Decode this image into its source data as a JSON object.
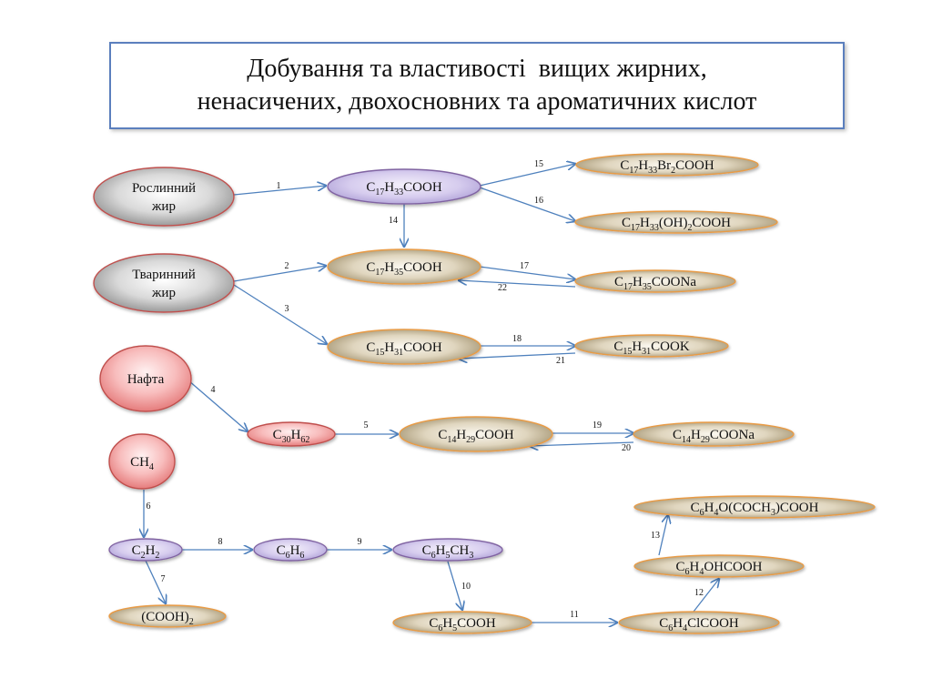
{
  "title": {
    "line1": "Добування та властивості  вищих жирних,",
    "line2": "ненасичених, двохосновних та ароматичних кислот"
  },
  "colors": {
    "grey_node": "#9c9c9c",
    "gold_node": "#b09a72",
    "lavender_node": "#cbbfe6",
    "pink_node": "#f4a7a7",
    "red_border": "#c0504d",
    "orange_border": "#e99b45",
    "purple_border": "#8064a2",
    "arrow": "#4f81bd"
  },
  "nodes": [
    {
      "id": "roslynnyi-zhyr",
      "lines": [
        "Рослинний",
        "жир"
      ],
      "style": "grey"
    },
    {
      "id": "tvarynnyi-zhyr",
      "lines": [
        "Тваринний",
        "жир"
      ],
      "style": "grey"
    },
    {
      "id": "nafta",
      "lines": [
        "Нафта"
      ],
      "style": "pink"
    },
    {
      "id": "ch4",
      "segments": [
        [
          "C",
          ""
        ],
        [
          "H",
          ""
        ],
        [
          "4",
          "sub"
        ]
      ],
      "style": "pink"
    },
    {
      "id": "oleic",
      "segments": [
        [
          "C",
          ""
        ],
        [
          "17",
          "sub"
        ],
        [
          "H",
          ""
        ],
        [
          "33",
          "sub"
        ],
        [
          "COOH",
          ""
        ]
      ],
      "style": "lavender"
    },
    {
      "id": "stearic",
      "segments": [
        [
          "C",
          ""
        ],
        [
          "17",
          "sub"
        ],
        [
          "H",
          ""
        ],
        [
          "35",
          "sub"
        ],
        [
          "COOH",
          ""
        ]
      ],
      "style": "gold"
    },
    {
      "id": "palmitic",
      "segments": [
        [
          "C",
          ""
        ],
        [
          "15",
          "sub"
        ],
        [
          "H",
          ""
        ],
        [
          "31",
          "sub"
        ],
        [
          "COOH",
          ""
        ]
      ],
      "style": "gold"
    },
    {
      "id": "dibromo",
      "segments": [
        [
          "C",
          ""
        ],
        [
          "17",
          "sub"
        ],
        [
          "H",
          ""
        ],
        [
          "33",
          "sub"
        ],
        [
          "Br",
          ""
        ],
        [
          "2",
          "sub"
        ],
        [
          "COOH",
          ""
        ]
      ],
      "style": "gold"
    },
    {
      "id": "dihydroxy",
      "segments": [
        [
          "C",
          ""
        ],
        [
          "17",
          "sub"
        ],
        [
          "H",
          ""
        ],
        [
          "33",
          "sub"
        ],
        [
          "(OH)",
          ""
        ],
        [
          "2",
          "sub"
        ],
        [
          "COOH",
          ""
        ]
      ],
      "style": "gold"
    },
    {
      "id": "stearate-na",
      "segments": [
        [
          "C",
          ""
        ],
        [
          "17",
          "sub"
        ],
        [
          "H",
          ""
        ],
        [
          "35",
          "sub"
        ],
        [
          "COONa",
          ""
        ]
      ],
      "style": "gold"
    },
    {
      "id": "palmitate-k",
      "segments": [
        [
          "C",
          ""
        ],
        [
          "15",
          "sub"
        ],
        [
          "H",
          ""
        ],
        [
          "31",
          "sub"
        ],
        [
          "COOK",
          ""
        ]
      ],
      "style": "gold"
    },
    {
      "id": "triacontane",
      "segments": [
        [
          "C",
          ""
        ],
        [
          "30",
          "sub"
        ],
        [
          "H",
          ""
        ],
        [
          "62",
          "sub"
        ]
      ],
      "style": "pink"
    },
    {
      "id": "myristic",
      "segments": [
        [
          "C",
          ""
        ],
        [
          "14",
          "sub"
        ],
        [
          "H",
          ""
        ],
        [
          "29",
          "sub"
        ],
        [
          "COOH",
          ""
        ]
      ],
      "style": "gold"
    },
    {
      "id": "myristate-na",
      "segments": [
        [
          "C",
          ""
        ],
        [
          "14",
          "sub"
        ],
        [
          "H",
          ""
        ],
        [
          "29",
          "sub"
        ],
        [
          "COONa",
          ""
        ]
      ],
      "style": "gold"
    },
    {
      "id": "acetylene",
      "segments": [
        [
          "C",
          ""
        ],
        [
          "2",
          "sub"
        ],
        [
          "H",
          ""
        ],
        [
          "2",
          "sub"
        ]
      ],
      "style": "lavender"
    },
    {
      "id": "benzene",
      "segments": [
        [
          "C",
          ""
        ],
        [
          "6",
          "sub"
        ],
        [
          "H",
          ""
        ],
        [
          "6",
          "sub"
        ]
      ],
      "style": "lavender"
    },
    {
      "id": "toluene",
      "segments": [
        [
          "C",
          ""
        ],
        [
          "6",
          "sub"
        ],
        [
          "H",
          ""
        ],
        [
          "5",
          "sub"
        ],
        [
          "CH",
          ""
        ],
        [
          "3",
          "sub"
        ]
      ],
      "style": "lavender"
    },
    {
      "id": "oxalic",
      "segments": [
        [
          "(COOH)",
          ""
        ],
        [
          "2",
          "sub"
        ]
      ],
      "style": "gold"
    },
    {
      "id": "benzoic",
      "segments": [
        [
          "C",
          ""
        ],
        [
          "6",
          "sub"
        ],
        [
          "H",
          ""
        ],
        [
          "5",
          "sub"
        ],
        [
          "COOH",
          ""
        ]
      ],
      "style": "gold"
    },
    {
      "id": "chlorobenzoic",
      "segments": [
        [
          "C",
          ""
        ],
        [
          "6",
          "sub"
        ],
        [
          "H",
          ""
        ],
        [
          "4",
          "sub"
        ],
        [
          "ClCOOH",
          ""
        ]
      ],
      "style": "gold"
    },
    {
      "id": "salicylic",
      "segments": [
        [
          "C",
          ""
        ],
        [
          "6",
          "sub"
        ],
        [
          "H",
          ""
        ],
        [
          "4",
          "sub"
        ],
        [
          "OHCOOH",
          ""
        ]
      ],
      "style": "gold"
    },
    {
      "id": "aspirin",
      "segments": [
        [
          "C",
          ""
        ],
        [
          "6",
          "sub"
        ],
        [
          "H",
          ""
        ],
        [
          "4",
          "sub"
        ],
        [
          "O(COCH",
          ""
        ],
        [
          "3",
          "sub"
        ],
        [
          ")COOH",
          ""
        ]
      ],
      "style": "gold"
    }
  ],
  "reactions": [
    {
      "n": "1",
      "from": "roslynnyi-zhyr",
      "to": "oleic"
    },
    {
      "n": "2",
      "from": "tvarynnyi-zhyr",
      "to": "stearic"
    },
    {
      "n": "3",
      "from": "tvarynnyi-zhyr",
      "to": "palmitic"
    },
    {
      "n": "4",
      "from": "nafta",
      "to": "triacontane"
    },
    {
      "n": "5",
      "from": "triacontane",
      "to": "myristic"
    },
    {
      "n": "6",
      "from": "ch4",
      "to": "acetylene"
    },
    {
      "n": "7",
      "from": "acetylene",
      "to": "oxalic"
    },
    {
      "n": "8",
      "from": "acetylene",
      "to": "benzene"
    },
    {
      "n": "9",
      "from": "benzene",
      "to": "toluene"
    },
    {
      "n": "10",
      "from": "toluene",
      "to": "benzoic"
    },
    {
      "n": "11",
      "from": "benzoic",
      "to": "chlorobenzoic"
    },
    {
      "n": "12",
      "from": "chlorobenzoic",
      "to": "salicylic"
    },
    {
      "n": "13",
      "from": "salicylic",
      "to": "aspirin"
    },
    {
      "n": "14",
      "from": "oleic",
      "to": "stearic"
    },
    {
      "n": "15",
      "from": "oleic",
      "to": "dibromo"
    },
    {
      "n": "16",
      "from": "oleic",
      "to": "dihydroxy"
    },
    {
      "n": "17",
      "from": "stearic",
      "to": "stearate-na"
    },
    {
      "n": "18",
      "from": "palmitic",
      "to": "palmitate-k"
    },
    {
      "n": "19",
      "from": "myristic",
      "to": "myristate-na"
    },
    {
      "n": "20",
      "from": "myristate-na",
      "to": "myristic"
    },
    {
      "n": "21",
      "from": "palmitate-k",
      "to": "palmitic"
    },
    {
      "n": "22",
      "from": "stearate-na",
      "to": "stearic"
    }
  ]
}
